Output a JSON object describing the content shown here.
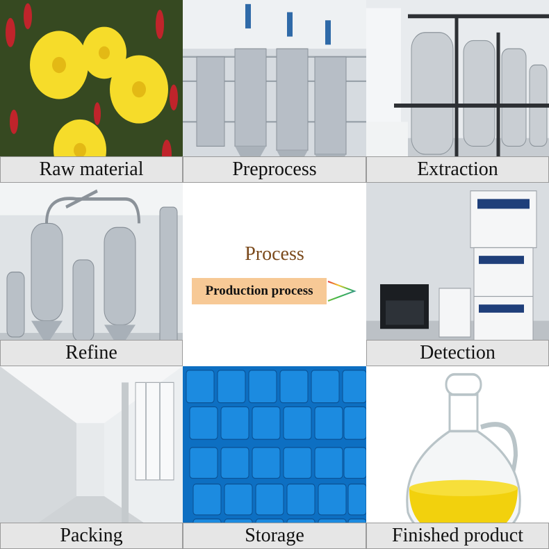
{
  "tiles": {
    "raw": "Raw material",
    "pre": "Preprocess",
    "ext": "Extraction",
    "ref": "Refine",
    "det": "Detection",
    "pack": "Packing",
    "store": "Storage",
    "fin": "Finished product"
  },
  "center": {
    "title": "Process",
    "tag": "Production process"
  },
  "colors": {
    "label_bg": "#e6e6e6",
    "title": "#7b4a1c",
    "tag_bg": "#f7c996"
  },
  "icons": [
    "arrow-right-icon"
  ]
}
